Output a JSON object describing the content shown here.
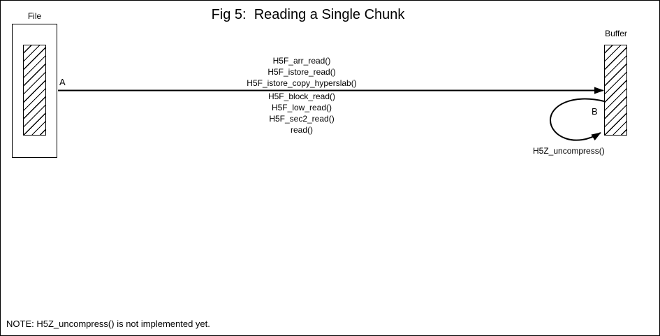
{
  "title": "Fig 5:  Reading a Single Chunk",
  "file": {
    "label": "File"
  },
  "buffer": {
    "label": "Buffer"
  },
  "arrow_a": {
    "label": "A",
    "calls_above": [
      "H5F_arr_read()",
      "H5F_istore_read()",
      "H5F_istore_copy_hyperslab()"
    ],
    "calls_below": [
      "H5F_block_read()",
      "H5F_low_read()",
      "H5F_sec2_read()",
      "read()"
    ]
  },
  "arrow_b": {
    "label": "B",
    "call": "H5Z_uncompress()"
  },
  "note": "NOTE: H5Z_uncompress() is not implemented yet.",
  "colors": {
    "ink": "#000000",
    "background": "#ffffff"
  }
}
